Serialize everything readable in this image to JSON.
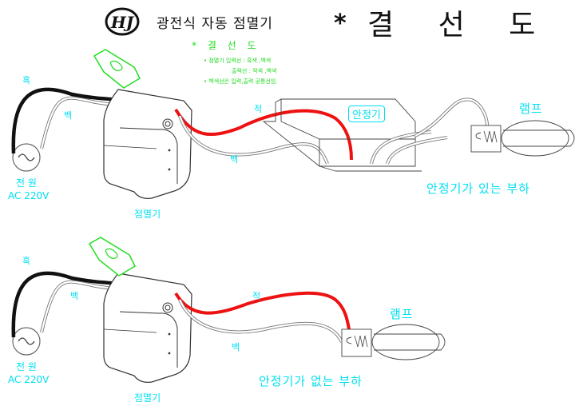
{
  "header": {
    "logo_text": "HJ",
    "product_name": "광전식 자동 점멸기",
    "star": "*",
    "title": "결 선 도"
  },
  "notes": {
    "heading": "* 결 선 도",
    "lines": [
      "• 점멸기 입력선 : 흑색 ,백색",
      "출력선 : 적색 ,백색",
      "• 백색선은 입력,출력 공통선임."
    ]
  },
  "diagrams": [
    {
      "wire_black": "흑",
      "wire_white_in": "백",
      "wire_red": "적",
      "wire_white_out": "백",
      "power_label": "전 원",
      "power_spec": "AC 220V",
      "switch_label": "점멸기",
      "ballast_label": "안정기",
      "lamp_label": "램프",
      "caption": "안정기가  있는 부하"
    },
    {
      "wire_black": "흑",
      "wire_white_in": "백",
      "wire_red": "적",
      "wire_white_out": "백",
      "power_label": "전 원",
      "power_spec": "AC 220V",
      "switch_label": "점멸기",
      "lamp_label": "램프",
      "caption": "안정기가  없는 부하"
    }
  ],
  "colors": {
    "label": "#00e0f0",
    "note": "#22dd22",
    "red_wire": "#ee1111",
    "black_wire": "#111111"
  }
}
